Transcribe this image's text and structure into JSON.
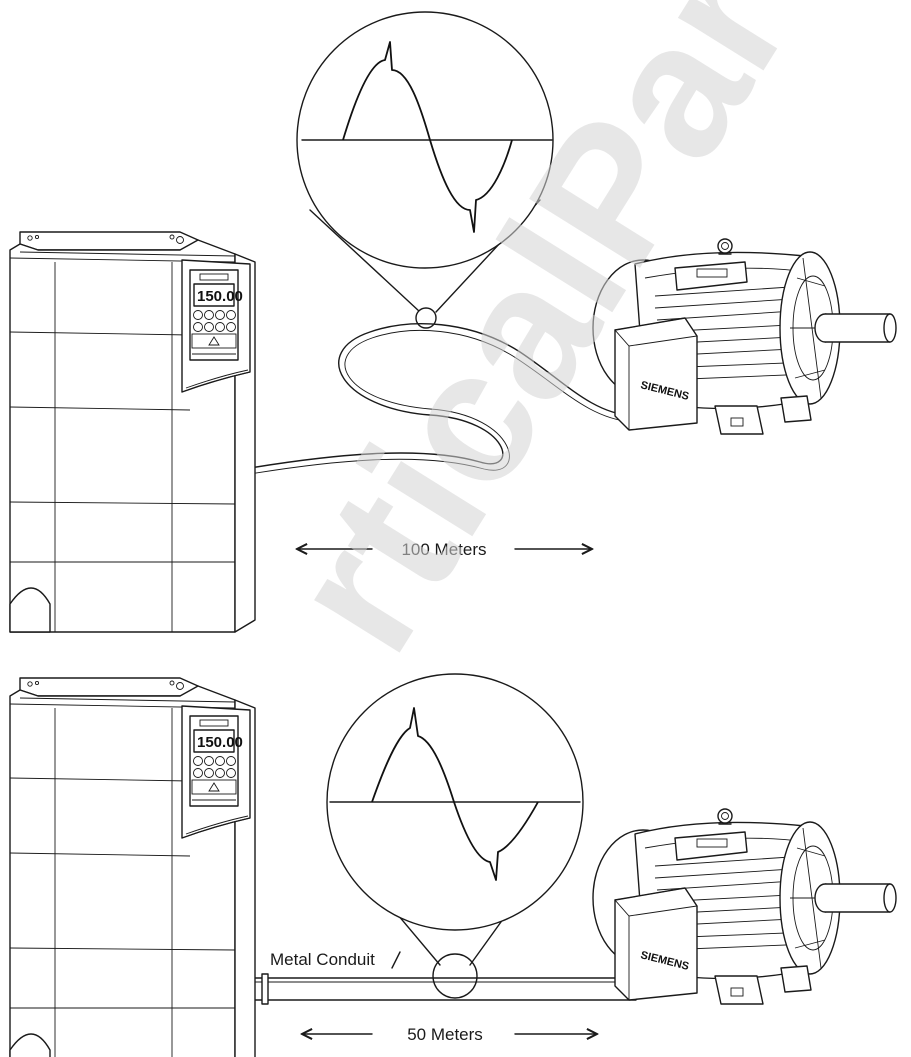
{
  "top_scene": {
    "distance_label": "100 Meters",
    "drive_display": "150.00",
    "motor_brand": "SIEMENS"
  },
  "bottom_scene": {
    "distance_label": "50 Meters",
    "conduit_label": "Metal Conduit",
    "drive_display": "150.00",
    "motor_brand": "SIEMENS"
  },
  "watermark": "rticalPartMc"
}
